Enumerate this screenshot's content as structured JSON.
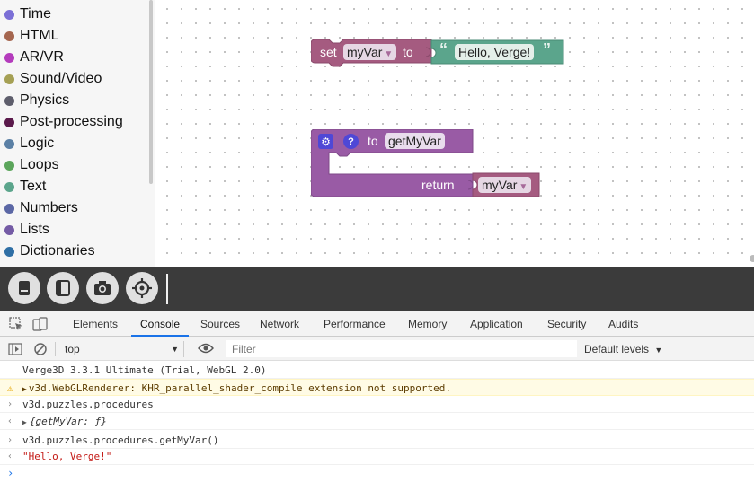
{
  "toolbox": {
    "categories": [
      {
        "label": "Time",
        "color": "#7b6fd6"
      },
      {
        "label": "HTML",
        "color": "#a5664f"
      },
      {
        "label": "AR/VR",
        "color": "#b43bbc"
      },
      {
        "label": "Sound/Video",
        "color": "#a5a054"
      },
      {
        "label": "Physics",
        "color": "#5e5e6c"
      },
      {
        "label": "Post-processing",
        "color": "#5b1a4b"
      },
      {
        "label": "Logic",
        "color": "#5b80a5"
      },
      {
        "label": "Loops",
        "color": "#5ba55b"
      },
      {
        "label": "Text",
        "color": "#5ba58c"
      },
      {
        "label": "Numbers",
        "color": "#5b67a5"
      },
      {
        "label": "Lists",
        "color": "#745ba5"
      },
      {
        "label": "Dictionaries",
        "color": "#2f6fa5"
      }
    ]
  },
  "blocks": {
    "set": {
      "set_label": "set",
      "var": "myVar",
      "to_label": "to",
      "text": "Hello, Verge!",
      "color": "#a55b80",
      "text_color": "#5ba58c"
    },
    "procedure": {
      "to_label": "to",
      "name": "getMyVar",
      "return_label": "return",
      "return_var": "myVar",
      "color": "#995ba5"
    }
  },
  "toolbar": {
    "icons": [
      "book-icon",
      "panel-icon",
      "camera-icon",
      "crosshair-icon"
    ]
  },
  "devtools": {
    "tabs": [
      "Elements",
      "Console",
      "Sources",
      "Network",
      "Performance",
      "Memory",
      "Application",
      "Security",
      "Audits"
    ],
    "active_tab": "Console",
    "context": "top",
    "filter_placeholder": "Filter",
    "levels": "Default levels",
    "console": {
      "l1": "Verge3D 3.3.1 Ultimate (Trial, WebGL 2.0)",
      "l2": "v3d.WebGLRenderer: KHR_parallel_shader_compile extension not supported.",
      "l3": "v3d.puzzles.procedures",
      "l4": "{getMyVar: ƒ}",
      "l5": "v3d.puzzles.procedures.getMyVar()",
      "l6": "\"Hello, Verge!\""
    }
  }
}
